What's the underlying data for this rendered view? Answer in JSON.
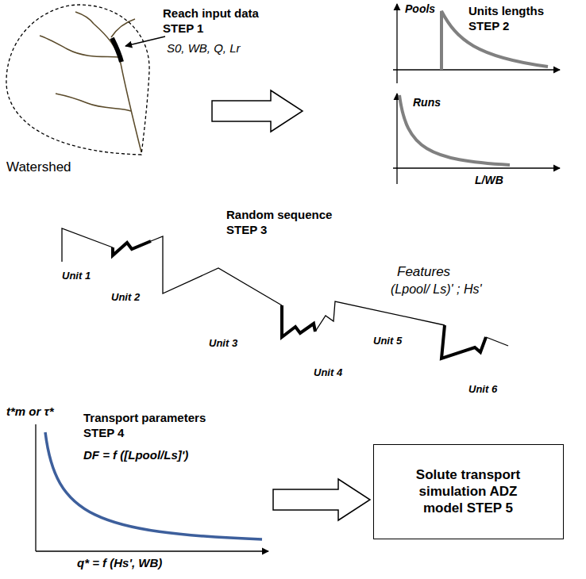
{
  "diagram": {
    "nodes": [
      {
        "text": [
          "Reach input data STEP 1",
          "S0, WB, Q, Lr",
          "Watershed"
        ]
      },
      {
        "text": [
          "Units lengths STEP 2",
          "Pools",
          "Runs",
          "L/WB"
        ]
      },
      {
        "text": [
          "Random sequence STEP 3",
          "Features",
          "(Lpool/ Ls)' ; Hs'"
        ]
      },
      {
        "text": [
          "t*m or τ*",
          "Transport parameters STEP 4",
          "DF = f ([Lpool/Ls]')",
          "q* = f (Hs', WB)"
        ]
      },
      {
        "text": [
          "Solute transport simulation ADZ model STEP 5"
        ]
      }
    ],
    "edges": [
      {
        "from": 0,
        "to": 1,
        "arrow": "to"
      },
      {
        "from": 3,
        "to": 4,
        "arrow": "to"
      }
    ],
    "labels": [
      "Unit 1",
      "Unit 2",
      "Unit 3",
      "Unit 4",
      "Unit 5",
      "Unit 6"
    ]
  }
}
